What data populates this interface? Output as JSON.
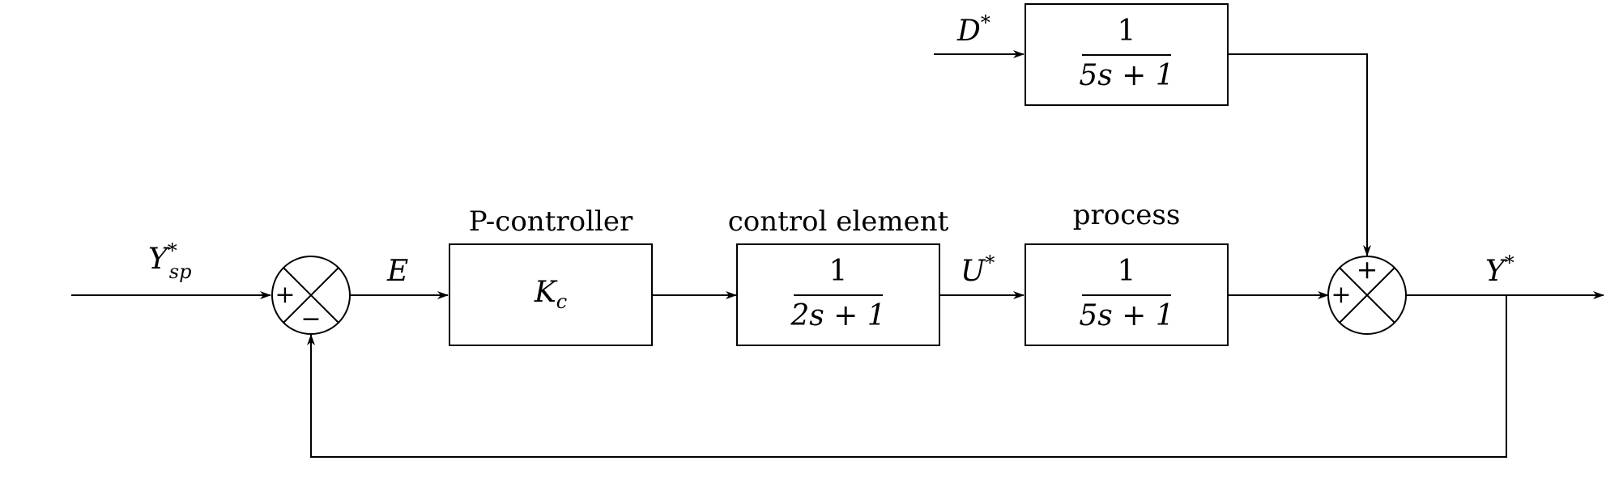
{
  "signals": {
    "setpoint": {
      "base": "Y",
      "sup": "*",
      "sub": "sp"
    },
    "error": "E",
    "manipulated": {
      "base": "U",
      "sup": "*"
    },
    "disturbance": {
      "base": "D",
      "sup": "*"
    },
    "output": {
      "base": "Y",
      "sup": "*"
    }
  },
  "blocks": {
    "controller": {
      "title": "P-controller",
      "gain": {
        "base": "K",
        "sub": "c"
      }
    },
    "control_element": {
      "title": "control element",
      "numerator": "1",
      "denominator": "2s + 1"
    },
    "process": {
      "title": "process",
      "numerator": "1",
      "denominator": "5s + 1"
    },
    "disturbance": {
      "numerator": "1",
      "denominator": "5s + 1"
    }
  },
  "junctions": {
    "comparator": {
      "input_sign": "+",
      "feedback_sign": "−"
    },
    "summer": {
      "top_sign": "+",
      "left_sign": "+"
    }
  }
}
